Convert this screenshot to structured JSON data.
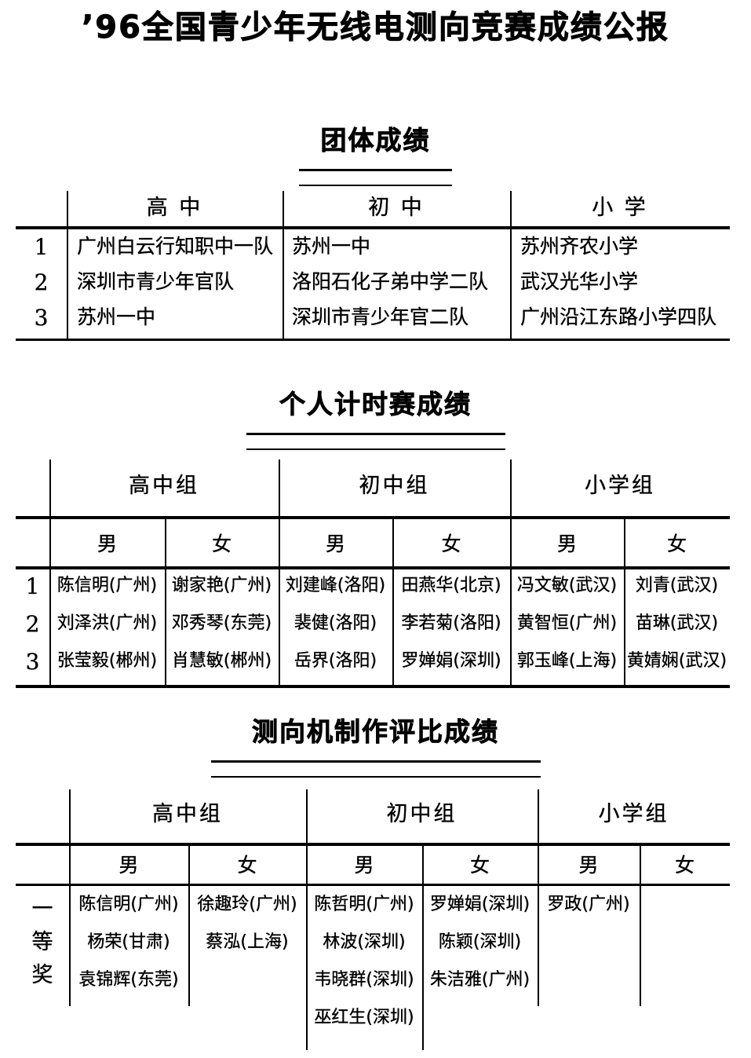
{
  "document": {
    "title": "’96全国青少年无线电测向竞赛成绩公报"
  },
  "sections": [
    {
      "id": "team-results",
      "heading": "团体成绩",
      "columns": [
        "高 中",
        "初 中",
        "小 学"
      ],
      "ranks": [
        "1",
        "2",
        "3"
      ],
      "rows": [
        {
          "rank": "1",
          "senior": "广州白云行知职中一队",
          "junior": "苏州一中",
          "primary": "苏州齐农小学"
        },
        {
          "rank": "2",
          "senior": "深圳市青少年官队",
          "junior": "洛阳石化子弟中学二队",
          "primary": "武汉光华小学"
        },
        {
          "rank": "3",
          "senior": "苏州一中",
          "junior": "深圳市青少年官二队",
          "primary": "广州沿江东路小学四队"
        }
      ]
    },
    {
      "id": "individual-timed",
      "heading": "个人计时赛成绩",
      "groups": [
        "高中组",
        "初中组",
        "小学组"
      ],
      "genders": [
        "男",
        "女",
        "男",
        "女",
        "男",
        "女"
      ],
      "ranks": [
        "1",
        "2",
        "3"
      ],
      "rows": [
        {
          "rank": "1",
          "senior_m": "陈信明(广州)",
          "senior_f": "谢家艳(广州)",
          "junior_m": "刘建峰(洛阳)",
          "junior_f": "田燕华(北京)",
          "primary_m": "冯文敏(武汉)",
          "primary_f": "刘青(武汉)"
        },
        {
          "rank": "2",
          "senior_m": "刘泽洪(广州)",
          "senior_f": "邓秀琴(东莞)",
          "junior_m": "裴健(洛阳)",
          "junior_f": "李若菊(洛阳)",
          "primary_m": "黄智恒(广州)",
          "primary_f": "苗琳(武汉)"
        },
        {
          "rank": "3",
          "senior_m": "张莹毅(郴州)",
          "senior_f": "肖慧敏(郴州)",
          "junior_m": "岳界(洛阳)",
          "junior_f": "罗婵娟(深圳)",
          "primary_m": "郭玉峰(上海)",
          "primary_f": "黄婧娴(武汉)"
        }
      ]
    },
    {
      "id": "transmitter-build",
      "heading": "测向机制作评比成绩",
      "groups": [
        "高中组",
        "初中组",
        "小学组"
      ],
      "genders": [
        "男",
        "女",
        "男",
        "女",
        "男",
        "女"
      ],
      "award_label": "一等奖",
      "award_rows": {
        "senior_m": [
          "陈信明(广州)",
          "杨荣(甘肃)",
          "袁锦辉(东莞)"
        ],
        "senior_f": [
          "徐趣玲(广州)",
          "蔡泓(上海)"
        ],
        "junior_m": [
          "陈哲明(广州)",
          "林波(深圳)",
          "韦晓群(深圳)",
          "巫红生(深圳)"
        ],
        "junior_f": [
          "罗婵娟(深圳)",
          "陈颖(深圳)",
          "朱洁雅(广州)"
        ],
        "primary_m": [
          "罗政(广州)"
        ],
        "primary_f": []
      }
    }
  ]
}
